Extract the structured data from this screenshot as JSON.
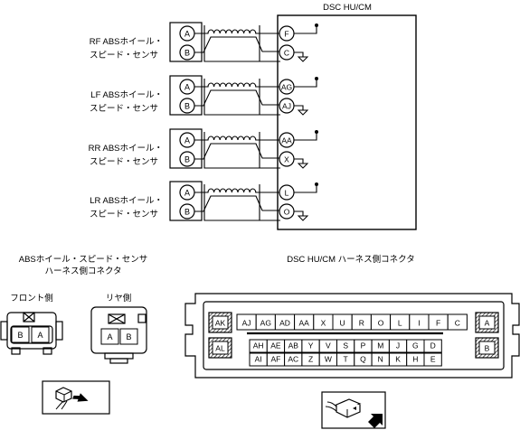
{
  "title": "DSC HU/CM",
  "pin_labels": {
    "a": "A",
    "b": "B"
  },
  "sensors": [
    {
      "line1": "RF ABSホイール・",
      "line2": "スピード・センサ",
      "pin_top": "F",
      "pin_bottom": "C"
    },
    {
      "line1": "LF ABSホイール・",
      "line2": "スピード・センサ",
      "pin_top": "AG",
      "pin_bottom": "AJ"
    },
    {
      "line1": "RR ABSホイール・",
      "line2": "スピード・センサ",
      "pin_top": "AA",
      "pin_bottom": "X"
    },
    {
      "line1": "LR ABSホイール・",
      "line2": "スピード・センサ",
      "pin_top": "L",
      "pin_bottom": "O"
    }
  ],
  "sensor_connector": {
    "title_line1": "ABSホイール・スピード・センサ",
    "title_line2": "ハーネス側コネクタ",
    "front_label": "フロント側",
    "rear_label": "リヤ側",
    "front_pins": [
      "B",
      "A"
    ],
    "rear_pins": [
      "A",
      "B"
    ]
  },
  "hu_connector": {
    "title": "DSC HU/CM ハーネス側コネクタ",
    "corner_tl": "AK",
    "corner_tr": "A",
    "corner_bl": "AL",
    "corner_br": "B",
    "row1": [
      "AJ",
      "AG",
      "AD",
      "AA",
      "X",
      "U",
      "R",
      "O",
      "L",
      "I",
      "F",
      "C"
    ],
    "row2": [
      "AH",
      "AE",
      "AB",
      "Y",
      "V",
      "S",
      "P",
      "M",
      "J",
      "G",
      "D"
    ],
    "row3": [
      "AI",
      "AF",
      "AC",
      "Z",
      "W",
      "T",
      "Q",
      "N",
      "K",
      "H",
      "E"
    ]
  }
}
